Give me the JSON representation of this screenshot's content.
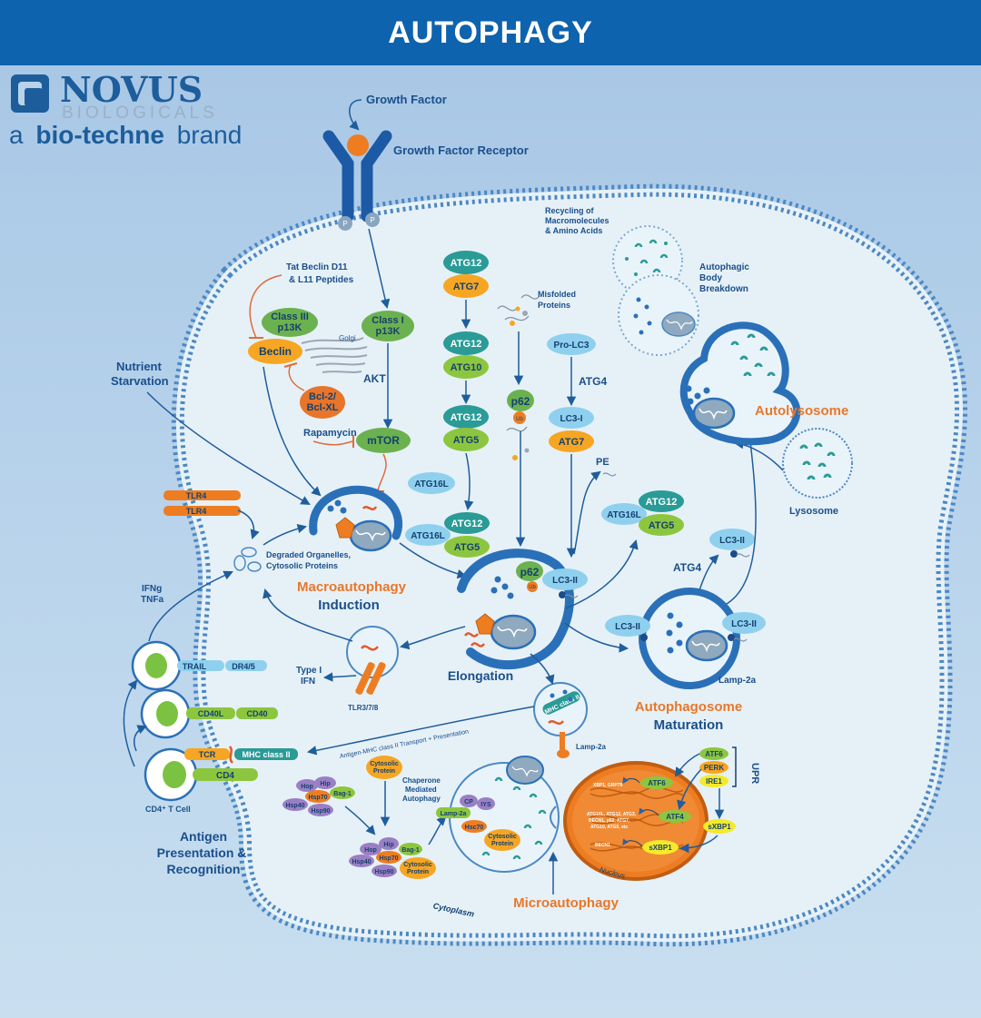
{
  "header": {
    "title": "AUTOPHAGY"
  },
  "logo": {
    "name": "NOVUS",
    "sub": "BIOLOGICALS",
    "brand_prefix": "a",
    "brand_name": "bio-techne",
    "brand_suffix": "brand"
  },
  "colors": {
    "header": "#0d63ad",
    "cell": "#e8f3f8",
    "membrane": "#3d7fbd",
    "accent_orange": "#e8772a",
    "text_blue": "#1a4f8c"
  },
  "labels": {
    "growth_factor": "Growth Factor",
    "growth_factor_receptor": "Growth Factor Receptor",
    "phospho": "P",
    "tat_beclin": "Tat Beclin D11",
    "tat_beclin_2": "& L11 Peptides",
    "class3_line1": "Class III",
    "class3_line2": "p13K",
    "class1_line1": "Class I",
    "class1_line2": "p13K",
    "beclin": "Beclin",
    "golgi": "Golgi",
    "akt": "AKT",
    "bcl_line1": "Bcl-2/",
    "bcl_line2": "Bcl-XL",
    "rapamycin": "Rapamycin",
    "mtor": "mTOR",
    "nutrient_line1": "Nutrient",
    "nutrient_line2": "Starvation",
    "tlr4": "TLR4",
    "degraded_line1": "Degraded Organelles,",
    "degraded_line2": "Cytosolic Proteins",
    "macro_line1": "Macroautophagy",
    "macro_line2": "Induction",
    "ifng": "IFNg",
    "tnfa": "TNFa",
    "type1_line1": "Type I",
    "type1_line2": "IFN",
    "tlr378": "TLR3/7/8",
    "trail": "TRAIL",
    "dr45": "DR4/5",
    "cd40l": "CD40L",
    "cd40": "CD40",
    "tcr": "TCR",
    "mhc2": "MHC class II",
    "cd4": "CD4",
    "cd4_tcell": "CD4⁺ T Cell",
    "antigen_line1": "Antigen",
    "antigen_line2": "Presentation &",
    "antigen_line3": "Recognition",
    "atg12": "ATG12",
    "atg7": "ATG7",
    "atg10": "ATG10",
    "atg5": "ATG5",
    "atg16l": "ATG16L",
    "atg4": "ATG4",
    "misfolded_line1": "Misfolded",
    "misfolded_line2": "Proteins",
    "p62": "p62",
    "ub": "Ub",
    "pro_lc3": "Pro-LC3",
    "lc3_1": "LC3-I",
    "lc3_2": "LC3-II",
    "pe": "PE",
    "elongation": "Elongation",
    "recycling_line1": "Recycling of",
    "recycling_line2": "Macromolecules",
    "recycling_line3": "& Amino Acids",
    "breakdown_line1": "Autophagic",
    "breakdown_line2": "Body",
    "breakdown_line3": "Breakdown",
    "autolysosome": "Autolysosome",
    "lysosome": "Lysosome",
    "lamp2a": "Lamp-2a",
    "apg_line1": "Autophagosome",
    "apg_line2": "Maturation",
    "mhc_class_ii": "MHC class II",
    "mhc_transport": "Antigen-MHC class II Transport + Presentation",
    "cytosolic_line1": "Cytosolic",
    "cytosolic_line2": "Protein",
    "cma_line1": "Chaperone",
    "cma_line2": "Mediated",
    "cma_line3": "Autophagy",
    "hop": "Hop",
    "hip": "Hip",
    "hsp70": "Hsp70",
    "hsp40": "Hsp40",
    "hsp90": "Hsp90",
    "bag1": "Bag-1",
    "hsc70": "Hsc70",
    "cp": "CP",
    "iys": "IYS",
    "microautophagy": "Microautophagy",
    "nucleus": "Nucleus",
    "cytoplasm": "Cytoplasm",
    "upr": "UPR",
    "atf6": "ATF6",
    "perk": "PERK",
    "ire1": "IRE1",
    "atf4": "ATF4",
    "sxbp1": "sXBP1",
    "grp_genes": "XBP1, GRP78",
    "atg_genes_1": "ATG16L, ATG12, ATG3,",
    "atg_genes_2": "BECN1, p62, ATG7,",
    "atg_genes_3": "ATG10, ATG5, etc",
    "becn1": "BECN1"
  }
}
